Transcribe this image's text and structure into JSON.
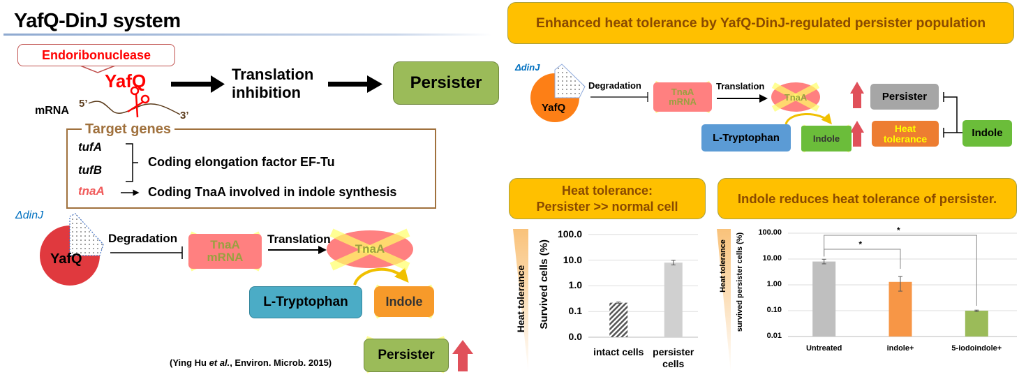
{
  "left": {
    "title": "YafQ-DinJ system",
    "callout": "Endoribonuclease",
    "yafq": "YafQ",
    "translation_inhibition": [
      "Translation",
      "inhibition"
    ],
    "persister": "Persister",
    "mrna": "mRNA",
    "five_prime": "5’",
    "three_prime": "3’",
    "target_genes_label": "Target genes",
    "genes": [
      "tufA",
      "tufB",
      "tnaA"
    ],
    "ef_tu_text": "Coding elongation factor EF-Tu",
    "tnaA_text": "Coding TnaA involved in indole synthesis",
    "mutant": {
      "label": "ΔdinJ",
      "yafq": "YafQ",
      "degradation": "Degradation",
      "tnaA_mrna": [
        "TnaA",
        "mRNA"
      ],
      "translation": "Translation",
      "tnaA": "TnaA",
      "tryptophan": "L-Tryptophan",
      "indole": "Indole",
      "persister": "Persister"
    },
    "citation": {
      "pre": "(Ying Hu ",
      "italic": "et al.",
      "post": ", Environ. Microb. 2015)"
    }
  },
  "right": {
    "header": "Enhanced heat tolerance by YafQ-DinJ-regulated persister population",
    "mutant": {
      "label": "ΔdinJ",
      "yafq": "YafQ",
      "degradation": "Degradation",
      "tnaA_mrna": [
        "TnaA",
        "mRNA"
      ],
      "translation": "Translation",
      "tnaA": "TnaA",
      "tryptophan": "L-Tryptophan",
      "indole_crossed": "Indole",
      "persister": "Persister",
      "heat_tolerance": [
        "Heat",
        "tolerance"
      ],
      "indole": "Indole"
    },
    "panel1_header": [
      "Heat tolerance:",
      "Persister >> normal cell"
    ],
    "panel2_header": "Indole reduces heat tolerance of persister."
  },
  "colors": {
    "yafq_red": "#ff0000",
    "persister_green": "#9bbb59",
    "target_brown": "#a0713d",
    "tnaA_pink": "#f05a5a",
    "tryptophan_teal": "#4bacc6",
    "indole_orange": "#f79a2a",
    "header_gold": "#ffc000",
    "header_text": "#8a4a00",
    "right_yafq_orange": "#fd7f16",
    "right_tryptophan_blue": "#5b9bd5",
    "right_indole_green": "#6bbd3a",
    "right_persister_grey": "#a6a6a6",
    "heat_tolerance_orange": "#ed7d31",
    "heat_tolerance_text": "#ffff00",
    "up_arrow_red": "#e0505a",
    "cross_yellow": "#ffff66"
  },
  "icons": [
    "scissors-icon",
    "right-arrow-icon",
    "inhibition-arrow-icon",
    "curved-arrow-icon",
    "up-arrow-icon",
    "cross-mark-icon"
  ],
  "chart_data": [
    {
      "type": "bar",
      "categories": [
        "intact cells",
        "persister cells"
      ],
      "values": [
        0.22,
        8.0
      ],
      "error_low": [
        0.21,
        6.5
      ],
      "error_high": [
        0.235,
        9.8
      ],
      "bar_colors": [
        "#555555",
        "#d0d0d0"
      ],
      "bar_patterns": [
        "hatched",
        "solid"
      ],
      "ylabel": "Survived cells (%)",
      "side_label": "Heat tolerance",
      "yscale": "log",
      "ylim": [
        0.01,
        100
      ],
      "ytick_values": [
        0.01,
        0.1,
        1,
        10,
        100
      ],
      "ytick_labels": [
        "0.0",
        "0.1",
        "1.0",
        "10.0",
        "100.0"
      ],
      "grid": true
    },
    {
      "type": "bar",
      "categories": [
        "Untreated",
        "indole+",
        "5-iodoindole+"
      ],
      "values": [
        8.0,
        1.3,
        0.1
      ],
      "error_low": [
        6.5,
        0.57,
        0.093
      ],
      "error_high": [
        9.8,
        2.1,
        0.105
      ],
      "bar_colors": [
        "#bfbfbf",
        "#f79646",
        "#9bbb59"
      ],
      "ylabel": "survived persister cells (%)",
      "side_label": "Heat tolerance",
      "yscale": "log",
      "ylim": [
        0.01,
        100
      ],
      "ytick_values": [
        0.01,
        0.1,
        1,
        10,
        100
      ],
      "ytick_labels": [
        "0.01",
        "0.10",
        "1.00",
        "10.00",
        "100.00"
      ],
      "grid": true,
      "significance": [
        {
          "from": "Untreated",
          "to": "indole+",
          "label": "*"
        },
        {
          "from": "Untreated",
          "to": "5-iodoindole+",
          "label": "*"
        }
      ]
    }
  ]
}
